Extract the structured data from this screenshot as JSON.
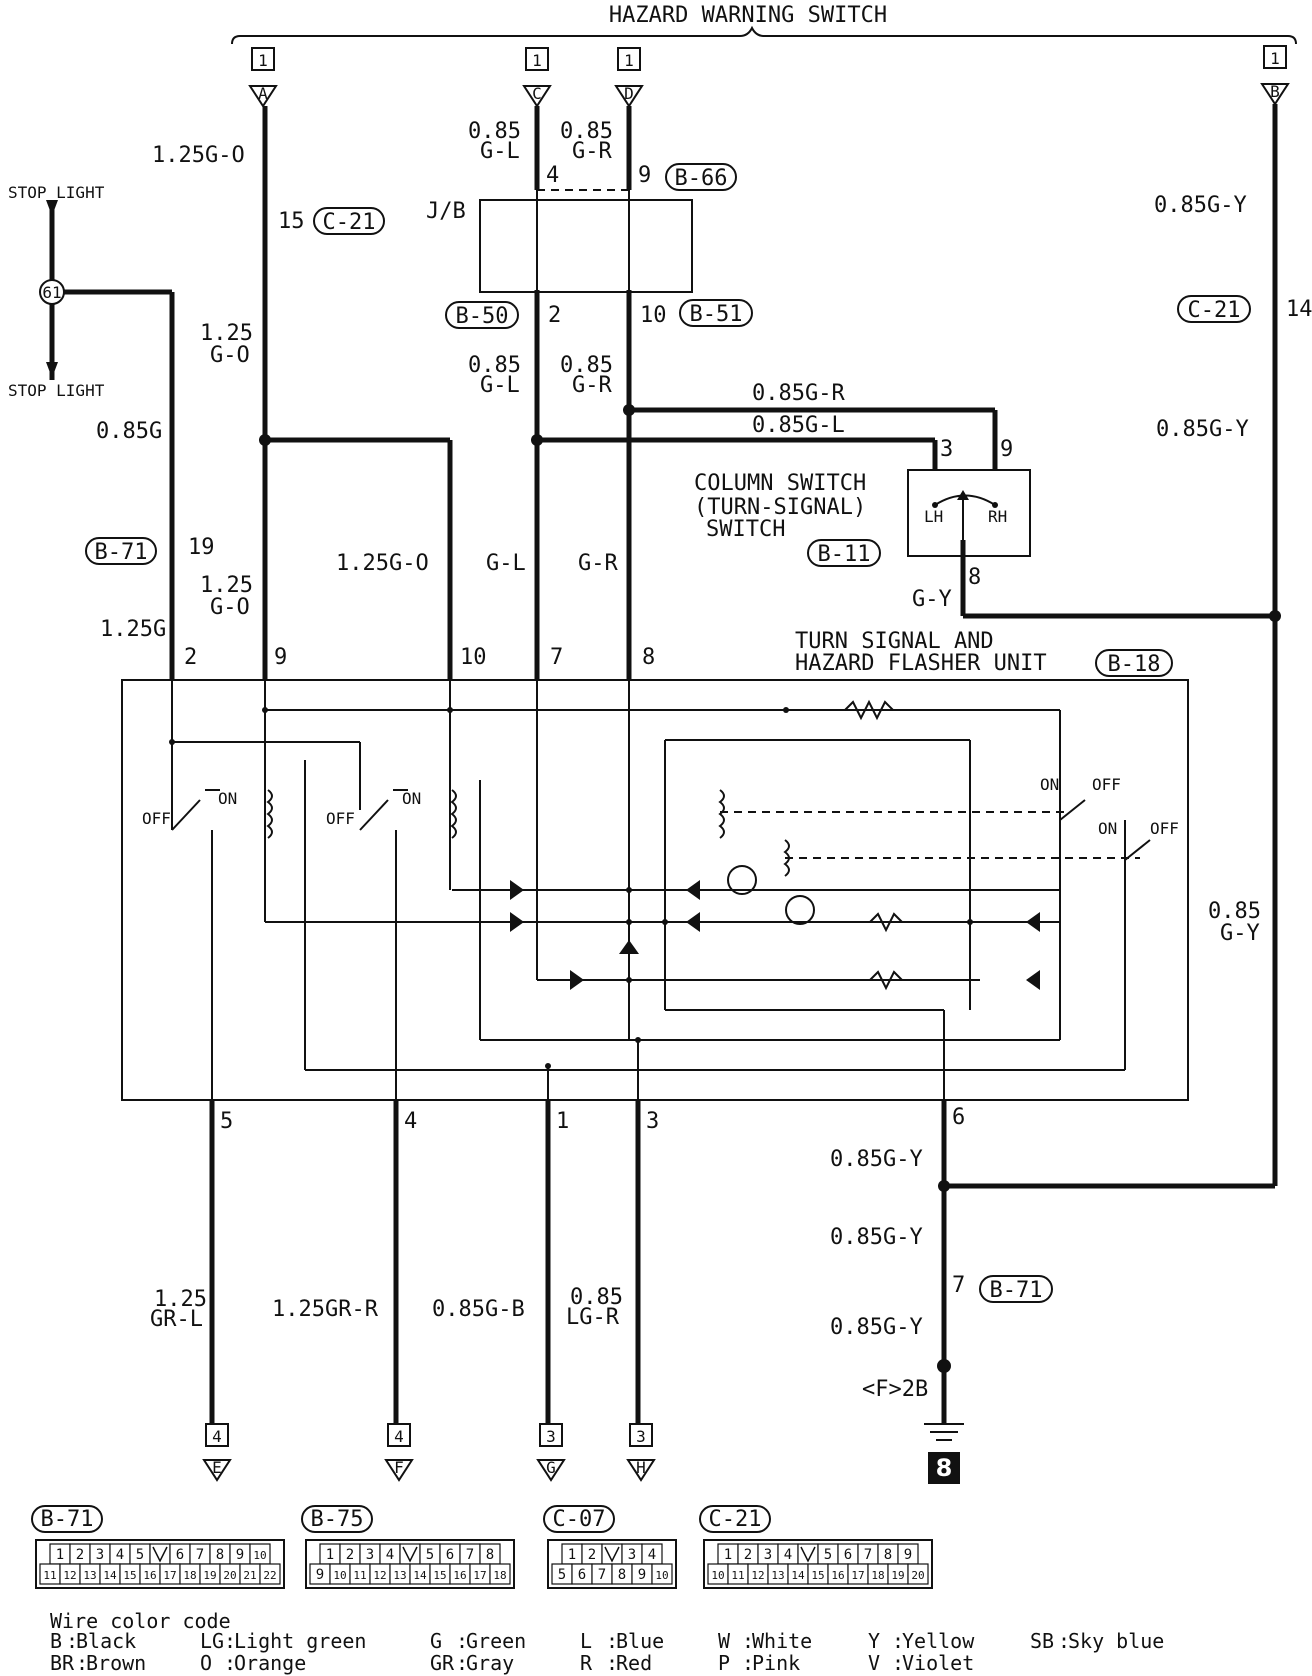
{
  "title": "HAZARD WARNING SWITCH",
  "stop_light_top": "STOP LIGHT",
  "stop_light_bottom": "STOP LIGHT",
  "splice": "61",
  "jb": "J/B",
  "column_switch": [
    "COLUMN SWITCH",
    "(TURN-SIGNAL)",
    "SWITCH"
  ],
  "flasher": [
    "TURN SIGNAL AND",
    "HAZARD FLASHER UNIT"
  ],
  "ground_label": "<F>2B",
  "ground_block": "8",
  "on_label": "ON",
  "off_label": "OFF",
  "lh": "LH",
  "rh": "RH",
  "top_terminals": [
    {
      "box": "1",
      "letter": "A"
    },
    {
      "box": "1",
      "letter": "C"
    },
    {
      "box": "1",
      "letter": "D"
    },
    {
      "box": "1",
      "letter": "B"
    }
  ],
  "bottom_terminals": [
    {
      "box": "4",
      "letter": "E"
    },
    {
      "box": "4",
      "letter": "F"
    },
    {
      "box": "3",
      "letter": "G"
    },
    {
      "box": "3",
      "letter": "H"
    }
  ],
  "connector_refs": {
    "c21_upper": "C-21",
    "b66": "B-66",
    "b50": "B-50",
    "b51": "B-51",
    "c21_right": "C-21",
    "b71_left": "B-71",
    "b11": "B-11",
    "b18": "B-18",
    "b71_ground": "B-71"
  },
  "wire_labels": {
    "a_top": "1.25G-O",
    "c_top": [
      "0.85",
      "G-L"
    ],
    "d_top": [
      "0.85",
      "G-R"
    ],
    "b_top": "0.85G-Y",
    "a_mid": [
      "1.25",
      "G-O"
    ],
    "c_mid": [
      "0.85",
      "G-L"
    ],
    "d_mid": [
      "0.85",
      "G-R"
    ],
    "col_gr": "0.85G-R",
    "col_gl": "0.85G-L",
    "b_mid": "0.85G-Y",
    "stop": "0.85G",
    "stop_low": "1.25G",
    "a_low": [
      "1.25",
      "G-O"
    ],
    "t10": "1.25G-O",
    "t7": "G-L",
    "t8": "G-R",
    "col_out": "G-Y",
    "b_low": [
      "0.85",
      "G-Y"
    ],
    "out5": [
      "1.25",
      "GR-L"
    ],
    "out4": "1.25GR-R",
    "out1": "0.85G-B",
    "out3": [
      "0.85",
      "LG-R"
    ],
    "gnd1": "0.85G-Y",
    "gnd2": "0.85G-Y",
    "gnd3": "0.85G-Y"
  },
  "pins": {
    "c21_a": "15",
    "jb_in_c": "4",
    "jb_in_d": "9",
    "jb_out_c": "2",
    "jb_out_d": "10",
    "c21_b": "14",
    "b71_stop": "19",
    "col_3": "3",
    "col_9": "9",
    "col_8": "8",
    "fl_2": "2",
    "fl_9": "9",
    "fl_10": "10",
    "fl_7": "7",
    "fl_8": "8",
    "fl_5": "5",
    "fl_4": "4",
    "fl_1": "1",
    "fl_3": "3",
    "fl_6": "6",
    "gnd_7": "7"
  },
  "connectors": [
    {
      "name": "B-71",
      "row1": [
        "1",
        "2",
        "3",
        "4",
        "5",
        "",
        "6",
        "7",
        "8",
        "9",
        "10"
      ],
      "row2": [
        "11",
        "12",
        "13",
        "14",
        "15",
        "16",
        "17",
        "18",
        "19",
        "20",
        "21",
        "22"
      ]
    },
    {
      "name": "B-75",
      "row1": [
        "1",
        "2",
        "3",
        "4",
        "",
        "5",
        "6",
        "7",
        "8"
      ],
      "row2": [
        "9",
        "10",
        "11",
        "12",
        "13",
        "14",
        "15",
        "16",
        "17",
        "18"
      ]
    },
    {
      "name": "C-07",
      "row1": [
        "1",
        "2",
        "",
        "3",
        "4"
      ],
      "row2": [
        "5",
        "6",
        "7",
        "8",
        "9",
        "10"
      ]
    },
    {
      "name": "C-21",
      "row1": [
        "1",
        "2",
        "3",
        "4",
        "",
        "5",
        "6",
        "7",
        "8",
        "9"
      ],
      "row2": [
        "10",
        "11",
        "12",
        "13",
        "14",
        "15",
        "16",
        "17",
        "18",
        "19",
        "20"
      ]
    }
  ],
  "legend": {
    "title": "Wire color code",
    "items": [
      {
        "code": "B",
        "name": "Black"
      },
      {
        "code": "BR",
        "name": "Brown"
      },
      {
        "code": "LG",
        "name": "Light green"
      },
      {
        "code": "O",
        "name": "Orange"
      },
      {
        "code": "G",
        "name": "Green"
      },
      {
        "code": "GR",
        "name": "Gray"
      },
      {
        "code": "L",
        "name": "Blue"
      },
      {
        "code": "R",
        "name": "Red"
      },
      {
        "code": "W",
        "name": "White"
      },
      {
        "code": "P",
        "name": "Pink"
      },
      {
        "code": "Y",
        "name": "Yellow"
      },
      {
        "code": "V",
        "name": "Violet"
      },
      {
        "code": "SB",
        "name": "Sky blue"
      }
    ]
  }
}
